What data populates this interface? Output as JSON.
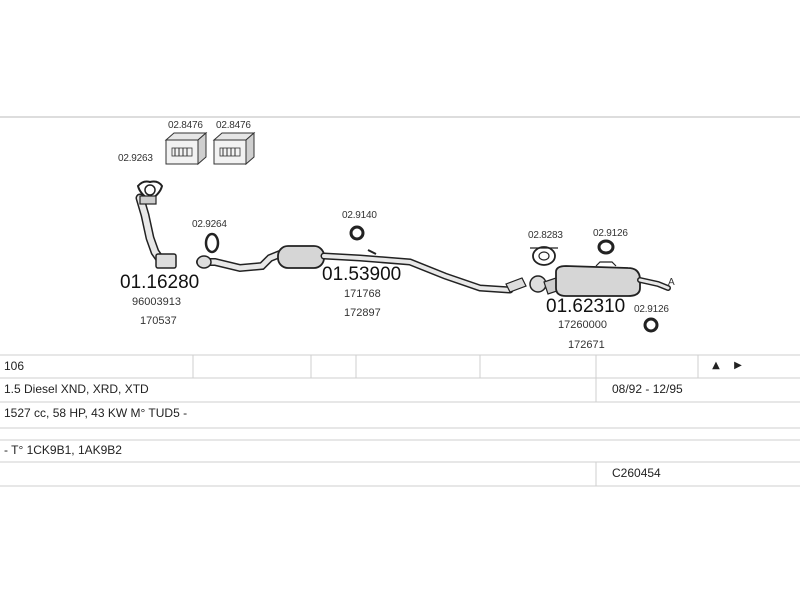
{
  "parts": {
    "gasket_top_1": "02.8476",
    "gasket_top_2": "02.8476",
    "front_gasket": "02.9263",
    "front_pipe_no": "01.16280",
    "front_pipe_ref1": "96003913",
    "front_pipe_ref2": "170537",
    "gasket_mid": "02.9264",
    "ring_mid": "02.9140",
    "center_no": "01.53900",
    "center_ref1": "171768",
    "center_ref2": "172897",
    "clamp_rear": "02.8283",
    "rubber_rear_top": "02.9126",
    "rear_no": "01.62310",
    "rear_ref1": "17260000",
    "rear_ref2": "172671",
    "rubber_rear_bottom": "02.9126",
    "end_marker": "A"
  },
  "table": {
    "model": "106",
    "engine_desc": "1.5 Diesel XND, XRD, XTD",
    "years": "08/92 - 12/95",
    "specs": "1527 cc, 58 HP, 43 KW M° TUD5 -",
    "types": "- T° 1CK9B1, 1AK9B2",
    "code": "C260454"
  },
  "icons": [
    "car-front-icon",
    "car-rear-icon"
  ]
}
